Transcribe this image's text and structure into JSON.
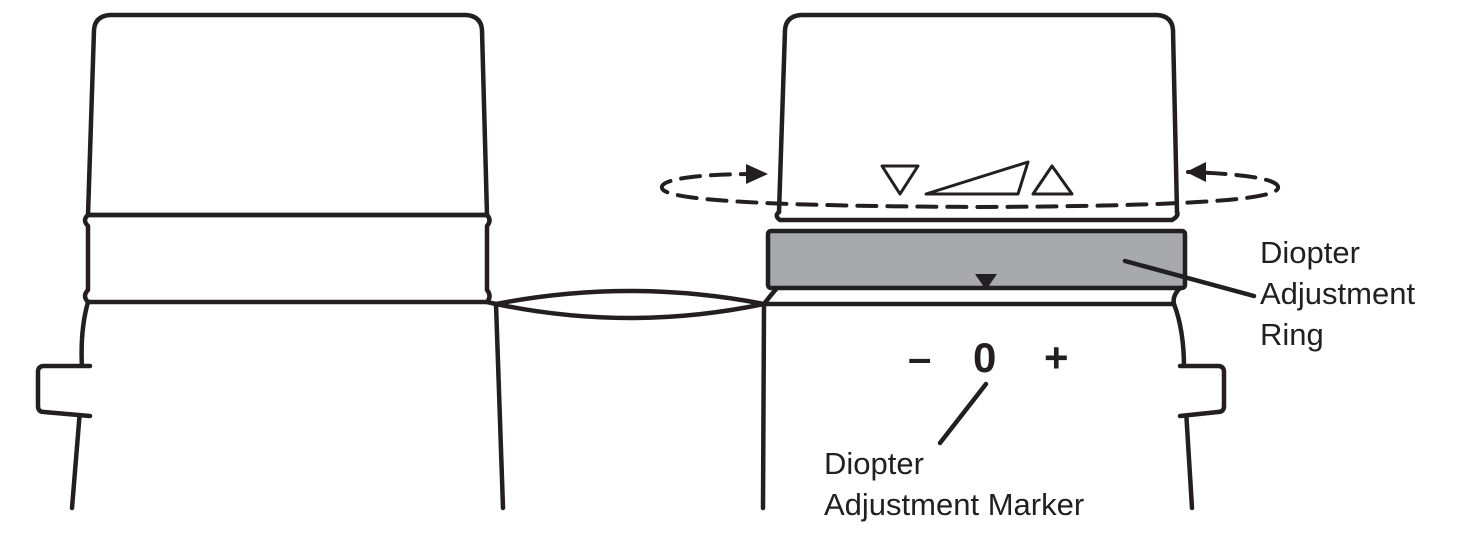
{
  "diagram": {
    "callouts": {
      "ring": {
        "line1": "Diopter",
        "line2": "Adjustment",
        "line3": "Ring"
      },
      "marker": {
        "line1": "Diopter",
        "line2": "Adjustment Marker"
      }
    },
    "scale": {
      "minus": "–",
      "zero": "0",
      "plus": "+"
    },
    "colors": {
      "stroke": "#231f20",
      "ring_fill": "#a7a9ac",
      "background": "#ffffff"
    },
    "icons": [
      "down-triangle-icon",
      "wedge-ramp-icon",
      "up-triangle-icon",
      "rotation-arrow-icon"
    ]
  }
}
